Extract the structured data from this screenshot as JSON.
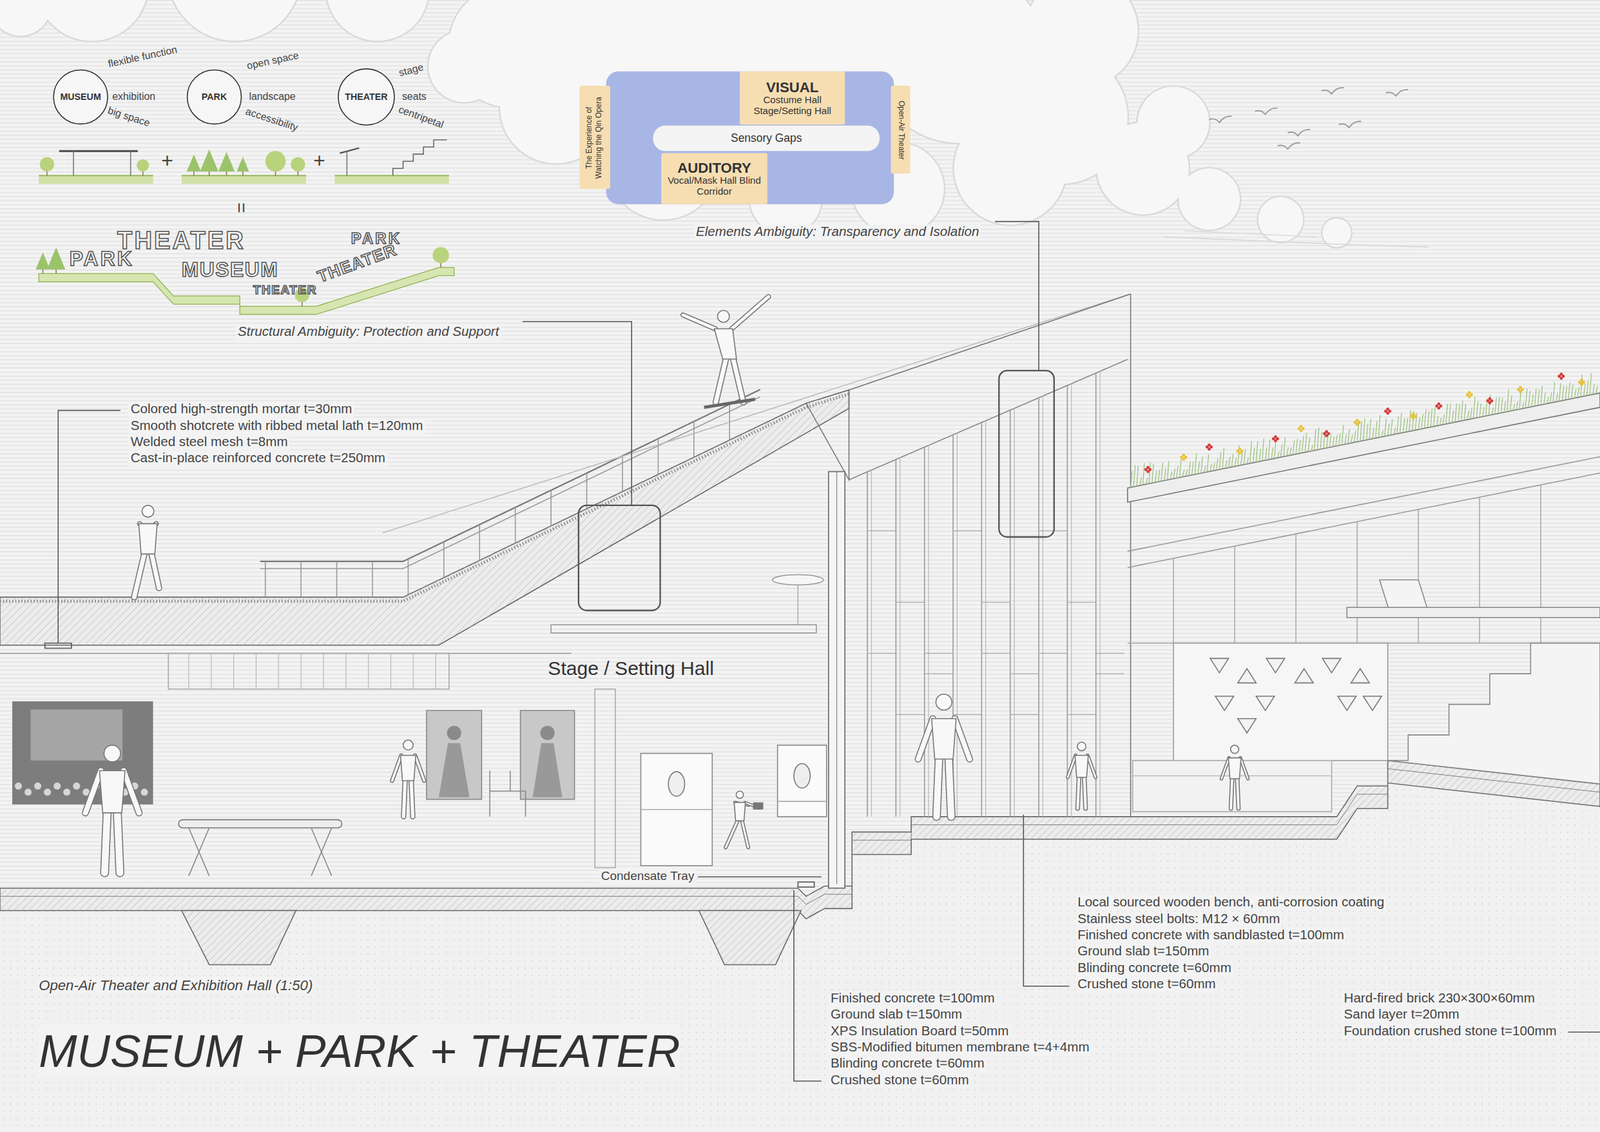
{
  "diagram": {
    "title": "MUSEUM + PARK + THEATER",
    "caption": "Open-Air Theater and Exhibition Hall (1:50)",
    "nodes": [
      {
        "text": [
          "MUSEUM"
        ]
      },
      {
        "text": [
          "PARK"
        ]
      },
      {
        "text": [
          "THEATER"
        ]
      },
      {
        "text": [
          "The Experience of Watching the Qin Opera"
        ]
      },
      {
        "text": [
          "VISUAL",
          "Costume Hall Stage/Setting Hall"
        ]
      },
      {
        "text": [
          "Sensory Gaps"
        ]
      },
      {
        "text": [
          "AUDITORY",
          "Vocal/Mask Hall Blind Corridor"
        ]
      },
      {
        "text": [
          "Open-Air Theater"
        ]
      }
    ],
    "labels": [
      "flexible function",
      "exhibition",
      "big space",
      "open space",
      "landscape",
      "accessibility",
      "stage",
      "seats",
      "centripetal",
      "+",
      "+",
      "=",
      "THEATER",
      "PARK",
      "MUSEUM",
      "THEATER",
      "THEATER",
      "PARK",
      "Elements Ambiguity: Transparency and Isolation",
      "Structural Ambiguity: Protection and Support",
      "Colored high-strength mortar t=30mm",
      "Smooth shotcrete with ribbed metal lath t=120mm",
      "Welded steel mesh t=8mm",
      "Cast-in-place reinforced concrete t=250mm",
      "Stage / Setting Hall",
      "Condensate Tray",
      "Local sourced wooden bench, anti-corrosion coating",
      "Stainless steel bolts: M12 × 60mm",
      "Finished concrete with sandblasted t=100mm",
      "Ground slab t=150mm",
      "Blinding concrete t=60mm",
      "Crushed stone t=60mm",
      "Finished concrete t=100mm",
      "Ground slab t=150mm",
      "XPS Insulation Board t=50mm",
      "SBS-Modified bitumen membrane t=4+4mm",
      "Blinding concrete t=60mm",
      "Crushed stone t=60mm",
      "Hard-fired brick 230×300×60mm",
      "Sand layer t=20mm",
      "Foundation crushed stone t=100mm"
    ]
  }
}
